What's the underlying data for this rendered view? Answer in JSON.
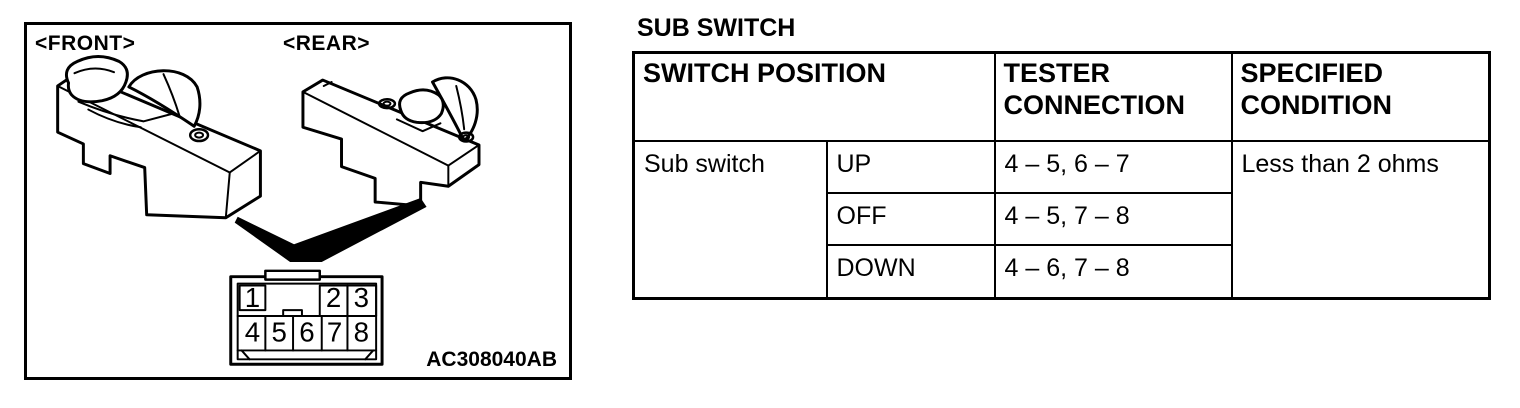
{
  "page": {
    "paper_color": "#ffffff",
    "ink_color": "#000000"
  },
  "section": {
    "title": "SUB SWITCH"
  },
  "figure": {
    "front_label": "<FRONT>",
    "rear_label": "<REAR>",
    "code": "AC308040AB",
    "connector": {
      "pins_top": [
        "1",
        "2",
        "3"
      ],
      "pins_bottom": [
        "4",
        "5",
        "6",
        "7",
        "8"
      ]
    }
  },
  "table": {
    "headers": [
      "SWITCH POSITION",
      "TESTER CONNECTION",
      "SPECIFIED CONDITION"
    ],
    "rows": [
      {
        "switch": "Sub switch",
        "position": "UP",
        "tester_connection": "4 – 5, 6 – 7",
        "specified_condition": "Less than 2 ohms"
      },
      {
        "position": "OFF",
        "tester_connection": "4 – 5, 7 – 8"
      },
      {
        "position": "DOWN",
        "tester_connection": "4 – 6, 7 – 8"
      }
    ]
  }
}
